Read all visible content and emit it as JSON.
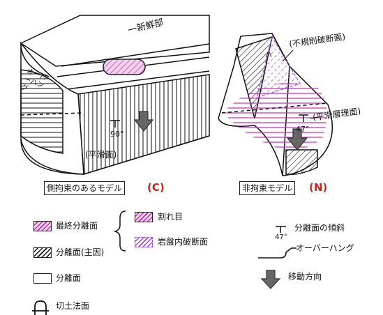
{
  "labels": {
    "new_exposure": "一新鮮部",
    "overhang": "オーバーハング",
    "dip_c": "90°",
    "smooth_surface": "(平滑面)",
    "irregular_fracture": "(不規則破断面)",
    "crack_mark": "ハ",
    "smooth_bedding": "(平滑層理面)",
    "dip_n": "47°"
  },
  "models": {
    "c": {
      "title": "側拘束のあるモデル",
      "code": "(C)"
    },
    "n": {
      "title": "非拘束モデル",
      "code": "(N)"
    }
  },
  "legend": {
    "final_separation": "最終分離面",
    "main_separation": "分離面(主因)",
    "separation": "分離面",
    "cut_slope": "切土法面",
    "crack": "割れ目",
    "rock_fracture": "岩盤内破断面",
    "dip_value": "47°",
    "dip": "分離面の傾斜",
    "overhang": "オーバーハング",
    "movement": "移動方向"
  },
  "colors": {
    "hatch_pink": "#b23aa8",
    "fracture_purple": "#a04ad8",
    "code_red": "#d32020"
  }
}
